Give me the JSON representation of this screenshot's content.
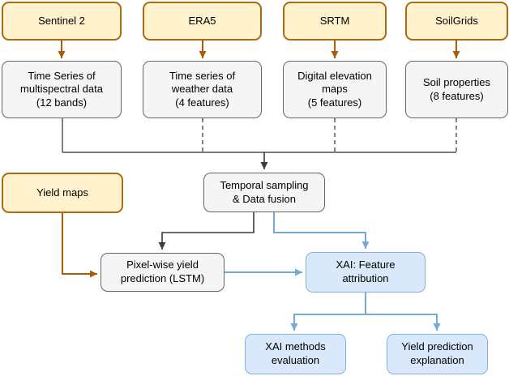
{
  "diagram": {
    "type": "flowchart",
    "nodes": {
      "sentinel2": {
        "label": "Sentinel 2"
      },
      "era5": {
        "label": "ERA5"
      },
      "srtm": {
        "label": "SRTM"
      },
      "soilgrids": {
        "label": "SoilGrids"
      },
      "multispectral": {
        "label": "Time Series of\nmultispectral data\n(12 bands)"
      },
      "weather": {
        "label": "Time series of\nweather data\n(4 features)"
      },
      "elevation": {
        "label": "Digital elevation\nmaps\n(5 features)"
      },
      "soil": {
        "label": "Soil properties\n(8 features)"
      },
      "yield_maps": {
        "label": "Yield maps"
      },
      "fusion": {
        "label": "Temporal sampling\n& Data fusion"
      },
      "lstm": {
        "label": "Pixel-wise yield\nprediction (LSTM)"
      },
      "xai": {
        "label": "XAI: Feature\nattribution"
      },
      "xai_eval": {
        "label": "XAI methods\nevaluation"
      },
      "yield_expl": {
        "label": "Yield prediction\nexplanation"
      }
    },
    "edges": [
      "sentinel2 -> multispectral",
      "era5 -> weather",
      "srtm -> elevation",
      "soilgrids -> soil",
      "multispectral + weather (dashed) + elevation (dashed) + soil (dashed) -> fusion",
      "fusion -> lstm",
      "fusion -> xai",
      "yield_maps -> lstm",
      "lstm -> xai",
      "xai -> xai_eval",
      "xai -> yield_expl"
    ],
    "colors": {
      "source_fill": "#fff2cc",
      "source_border": "#ad6a12",
      "process_fill": "#f5f5f5",
      "process_border": "#666666",
      "xai_fill": "#d9e9fb",
      "xai_border": "#82b1dc",
      "orange_arrow": "#a85e06",
      "dark_arrow": "#3a3a3a",
      "blue_arrow": "#74a9d8",
      "collector_line": "#4d4d4d"
    }
  }
}
